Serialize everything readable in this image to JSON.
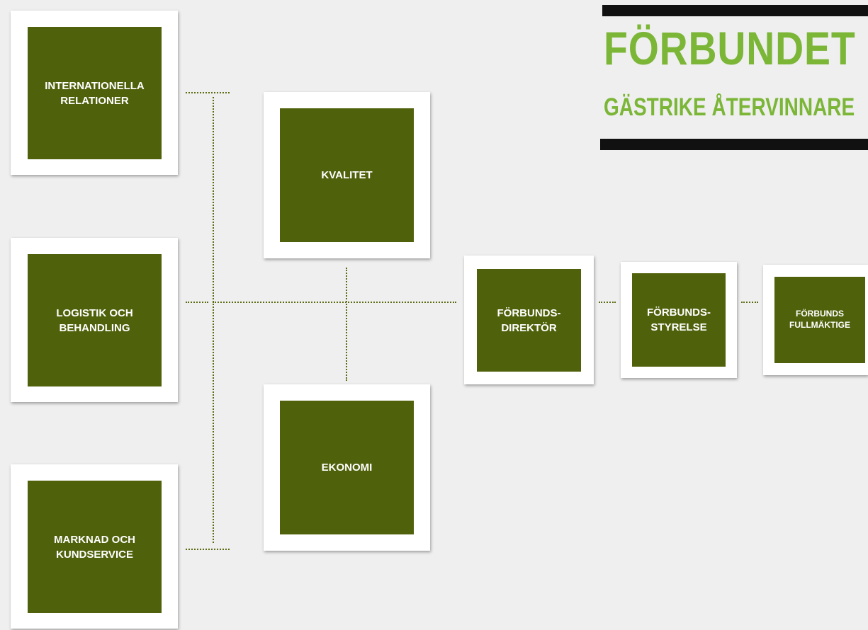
{
  "logo": {
    "title": "FÖRBUNDET",
    "subtitle": "GÄSTRIKE ÅTERVINNARE"
  },
  "units": [
    {
      "id": "internationella-relationer",
      "label": "INTERNATIONELLA\nRELATIONER"
    },
    {
      "id": "logistik-och-behandling",
      "label": "LOGISTIK OCH\nBEHANDLING"
    },
    {
      "id": "marknad-och-kundservice",
      "label": "MARKNAD OCH\nKUNDSERVICE"
    },
    {
      "id": "kvalitet",
      "label": "KVALITET"
    },
    {
      "id": "ekonomi",
      "label": "EKONOMI"
    },
    {
      "id": "forbundsdirektor",
      "label": "FÖRBUNDS-\nDIREKTÖR"
    },
    {
      "id": "forbundsstyrelse",
      "label": "FÖRBUNDS-\nSTYRELSE"
    },
    {
      "id": "forbundsfullmaktige",
      "label": "FÖRBUNDS\nFULLMÄKTIGE"
    }
  ],
  "colors": {
    "box_fill": "#4f610b",
    "card_border": "#ffffff",
    "connector": "#5c6b12",
    "logo_text": "#7bb637",
    "logo_bars": "#111111",
    "background": "#efefef"
  }
}
